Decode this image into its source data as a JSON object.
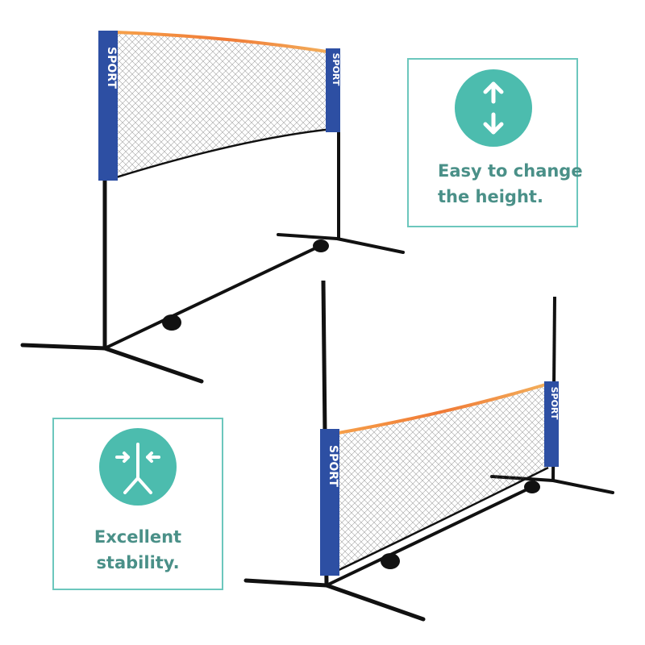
{
  "product": {
    "top_net": {
      "left_post_label": "SPORT",
      "right_post_label": "SPORT"
    },
    "bottom_net": {
      "left_post_label": "SPORT",
      "right_post_label": "SPORT"
    }
  },
  "features": {
    "height": {
      "icon": "up-down-arrows-icon",
      "line1": "Easy to change",
      "line2": "the height."
    },
    "stability": {
      "icon": "tripod-stability-icon",
      "line1": "Excellent",
      "line2": "stability."
    }
  },
  "colors": {
    "accent": "#4cbcae",
    "accent_border": "#6cc7bd",
    "text": "#4a9088",
    "post_sleeve": "#2d4fa3",
    "net_tape_top": "#f08a3c",
    "frame": "#111111"
  }
}
